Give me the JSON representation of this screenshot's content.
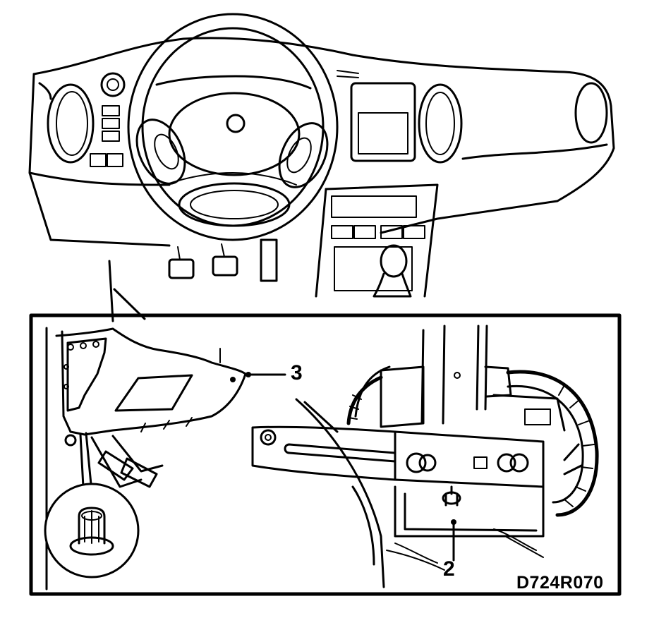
{
  "callouts": {
    "item_3": "3",
    "item_2": "2"
  },
  "figure_code": "D724R070",
  "icons": [
    "dashboard-illustration",
    "steering-wheel",
    "pedals",
    "kick-panel-cover",
    "clip-fastener",
    "steering-column-bracket",
    "wiring-harness"
  ],
  "colors": {
    "ink": "#000000",
    "paper": "#ffffff"
  }
}
